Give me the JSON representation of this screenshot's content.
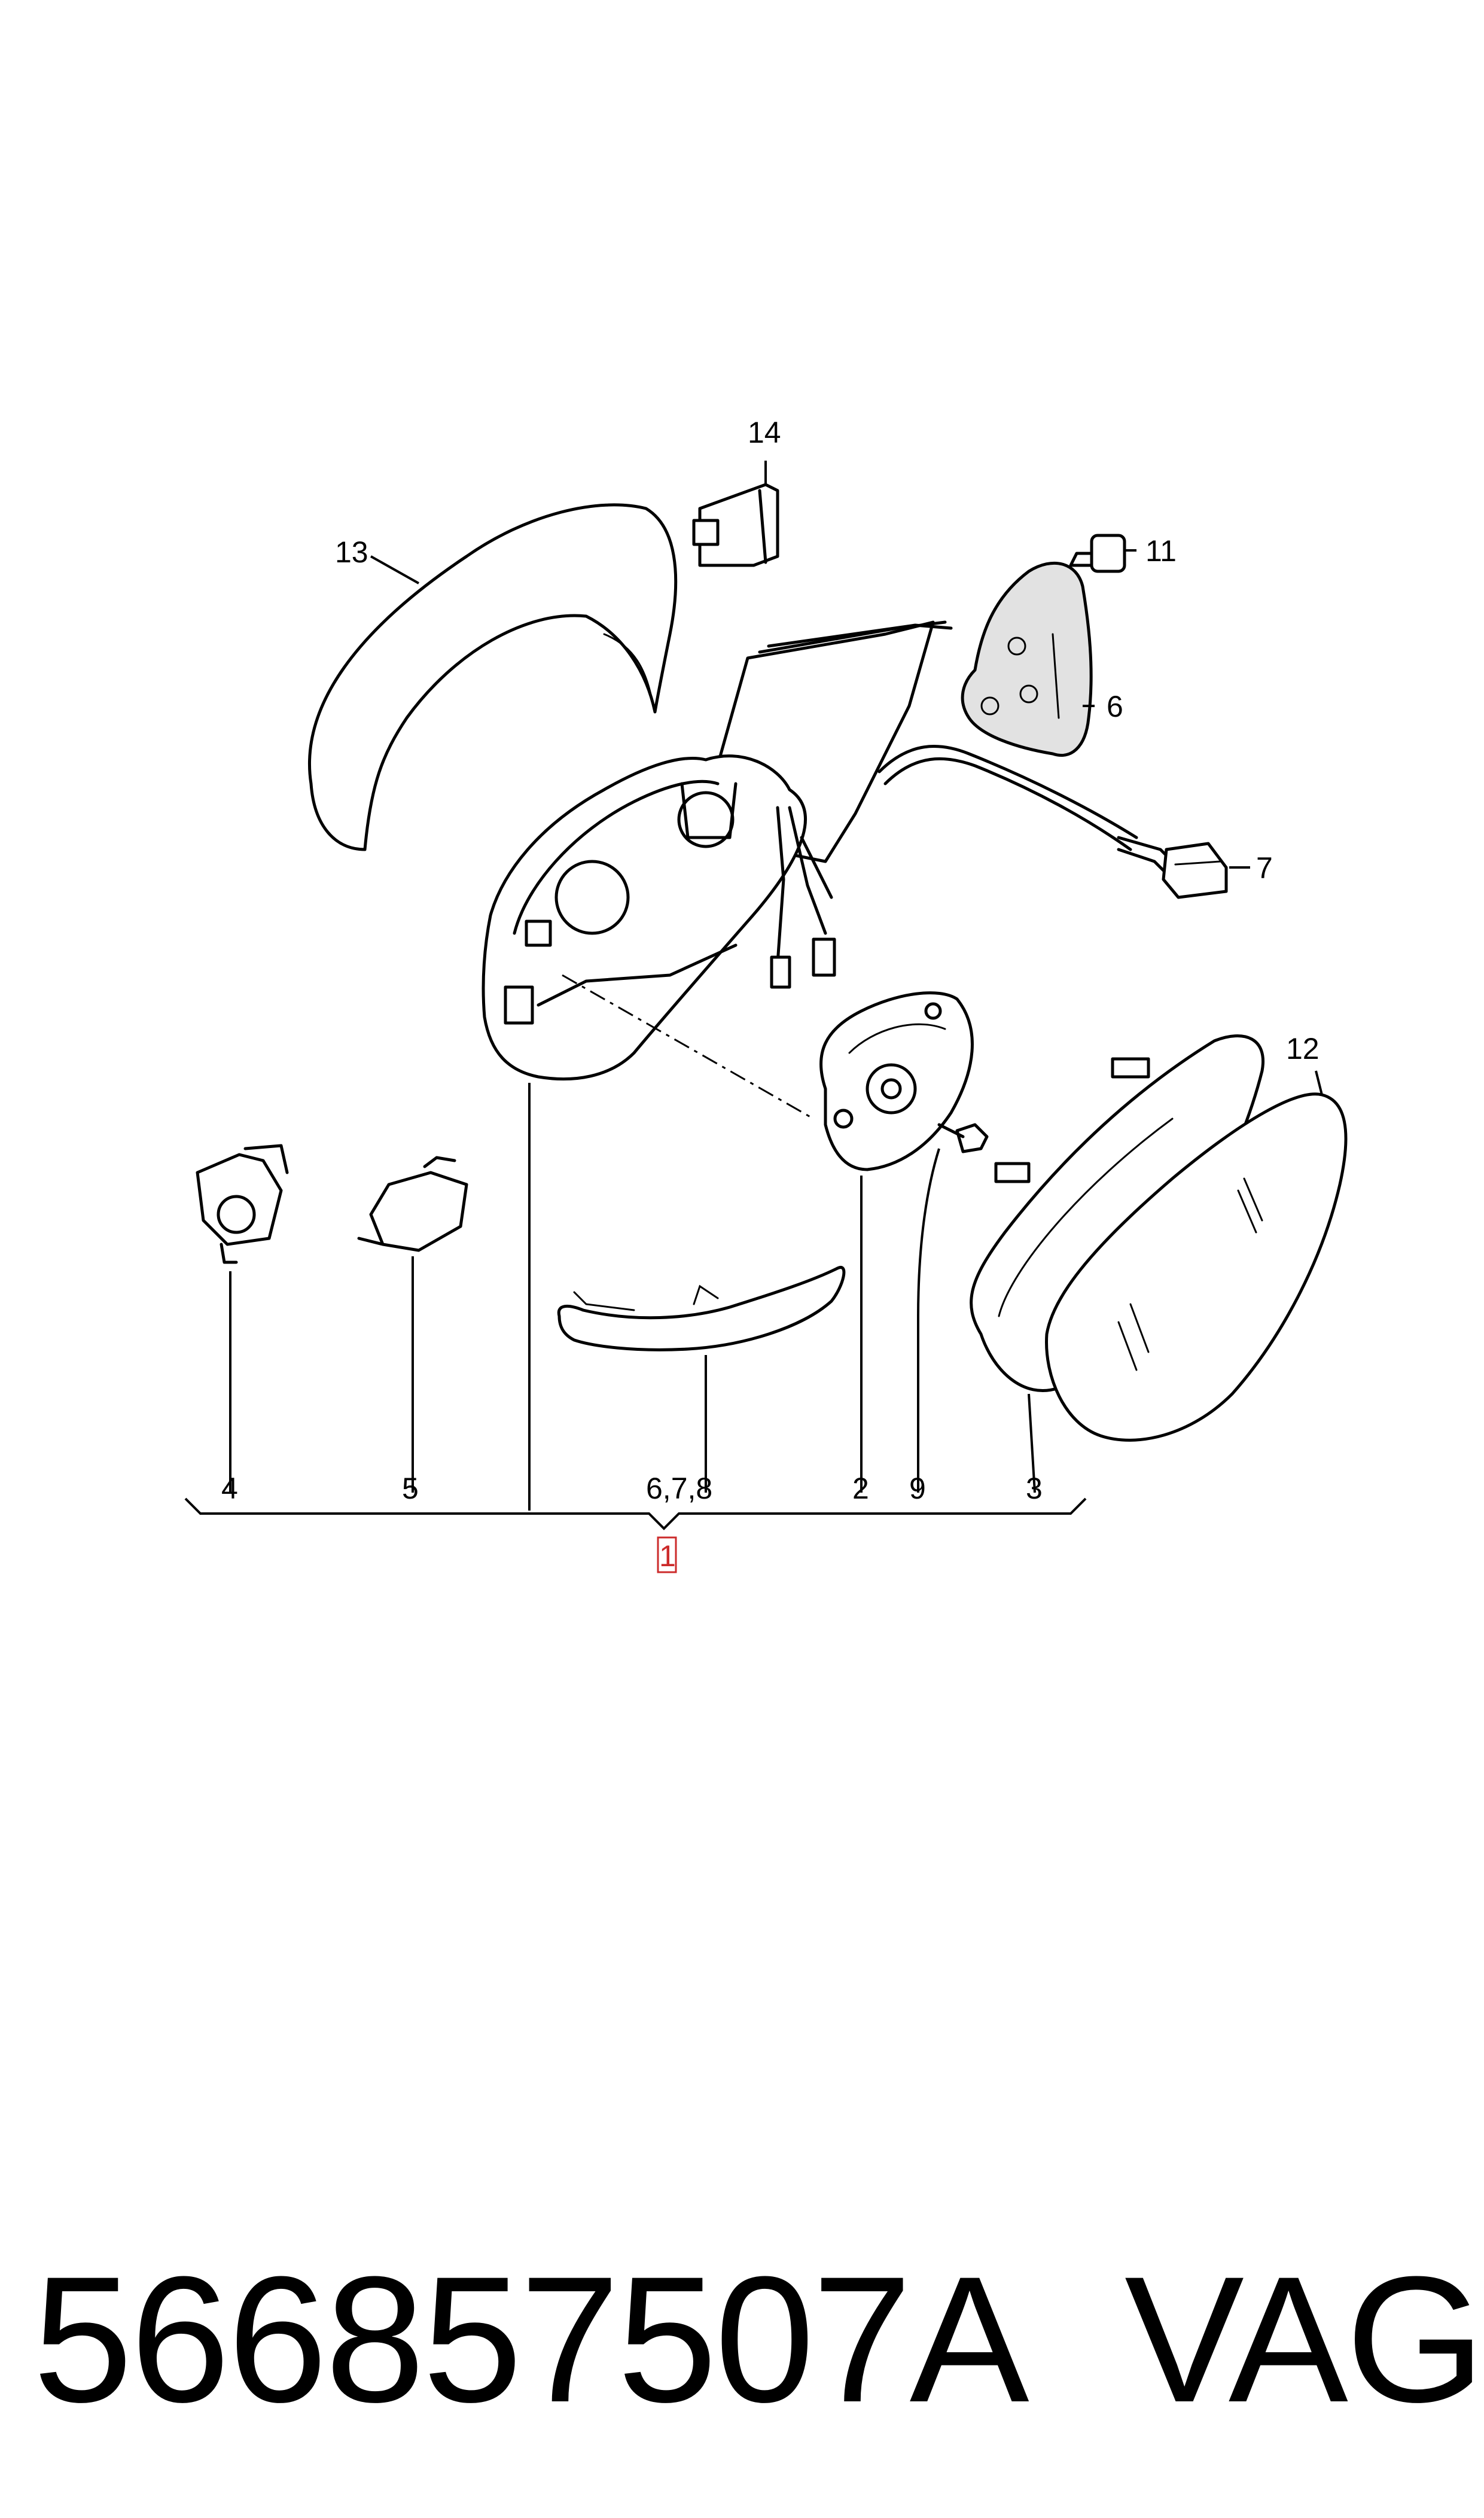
{
  "diagram": {
    "callouts": {
      "c1": "1",
      "c2": "2",
      "c3": "3",
      "c4": "4",
      "c5": "5",
      "c678": "6,7,8",
      "c9": "9",
      "c6": "6",
      "c7": "7",
      "c11": "11",
      "c12": "12",
      "c13": "13",
      "c14": "14"
    },
    "colors": {
      "line": "#000000",
      "highlight": "#cc2b2b"
    }
  },
  "footer": {
    "part_number": "566857507A",
    "brand": "VAG"
  }
}
